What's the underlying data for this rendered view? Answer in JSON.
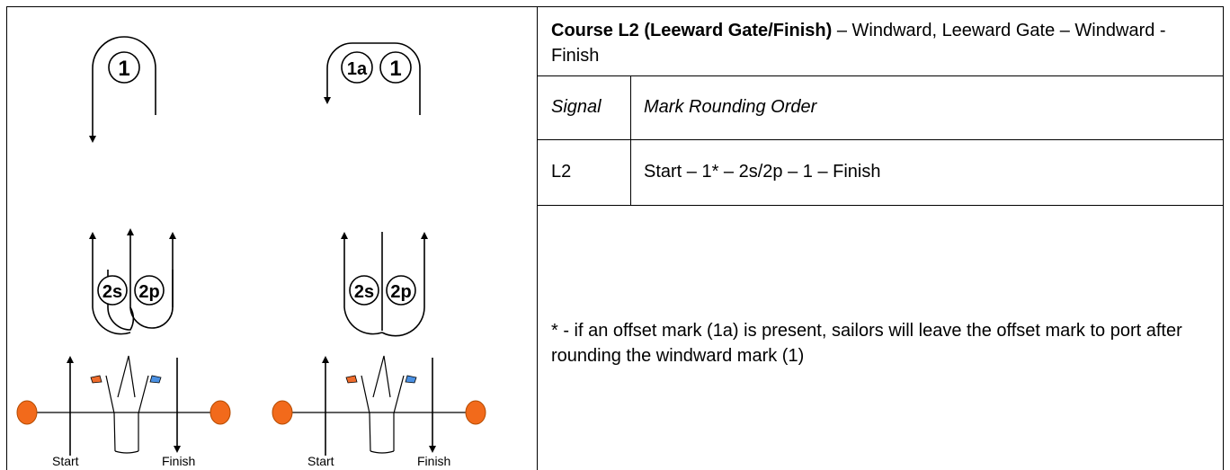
{
  "diagrams": {
    "mark_1_label": "1",
    "mark_1a_label": "1a",
    "mark_2s_label": "2s",
    "mark_2p_label": "2p",
    "start_label": "Start",
    "finish_label": "Finish",
    "colors": {
      "buoy_orange": "#f26a1b",
      "buoy_outline": "#b34a00",
      "flag_orange": "#ee6b2b",
      "flag_blue": "#4a90e2"
    }
  },
  "course": {
    "title_bold": "Course L2 (Leeward Gate/Finish)",
    "title_rest": " – Windward, Leeward Gate – Windward - Finish",
    "header_signal": "Signal",
    "header_order": "Mark Rounding Order",
    "row_signal": "L2",
    "row_order": "Start – 1* – 2s/2p – 1 – Finish",
    "note": "* - if an offset mark (1a) is present, sailors will leave the offset mark to port after rounding the windward mark (1)"
  }
}
